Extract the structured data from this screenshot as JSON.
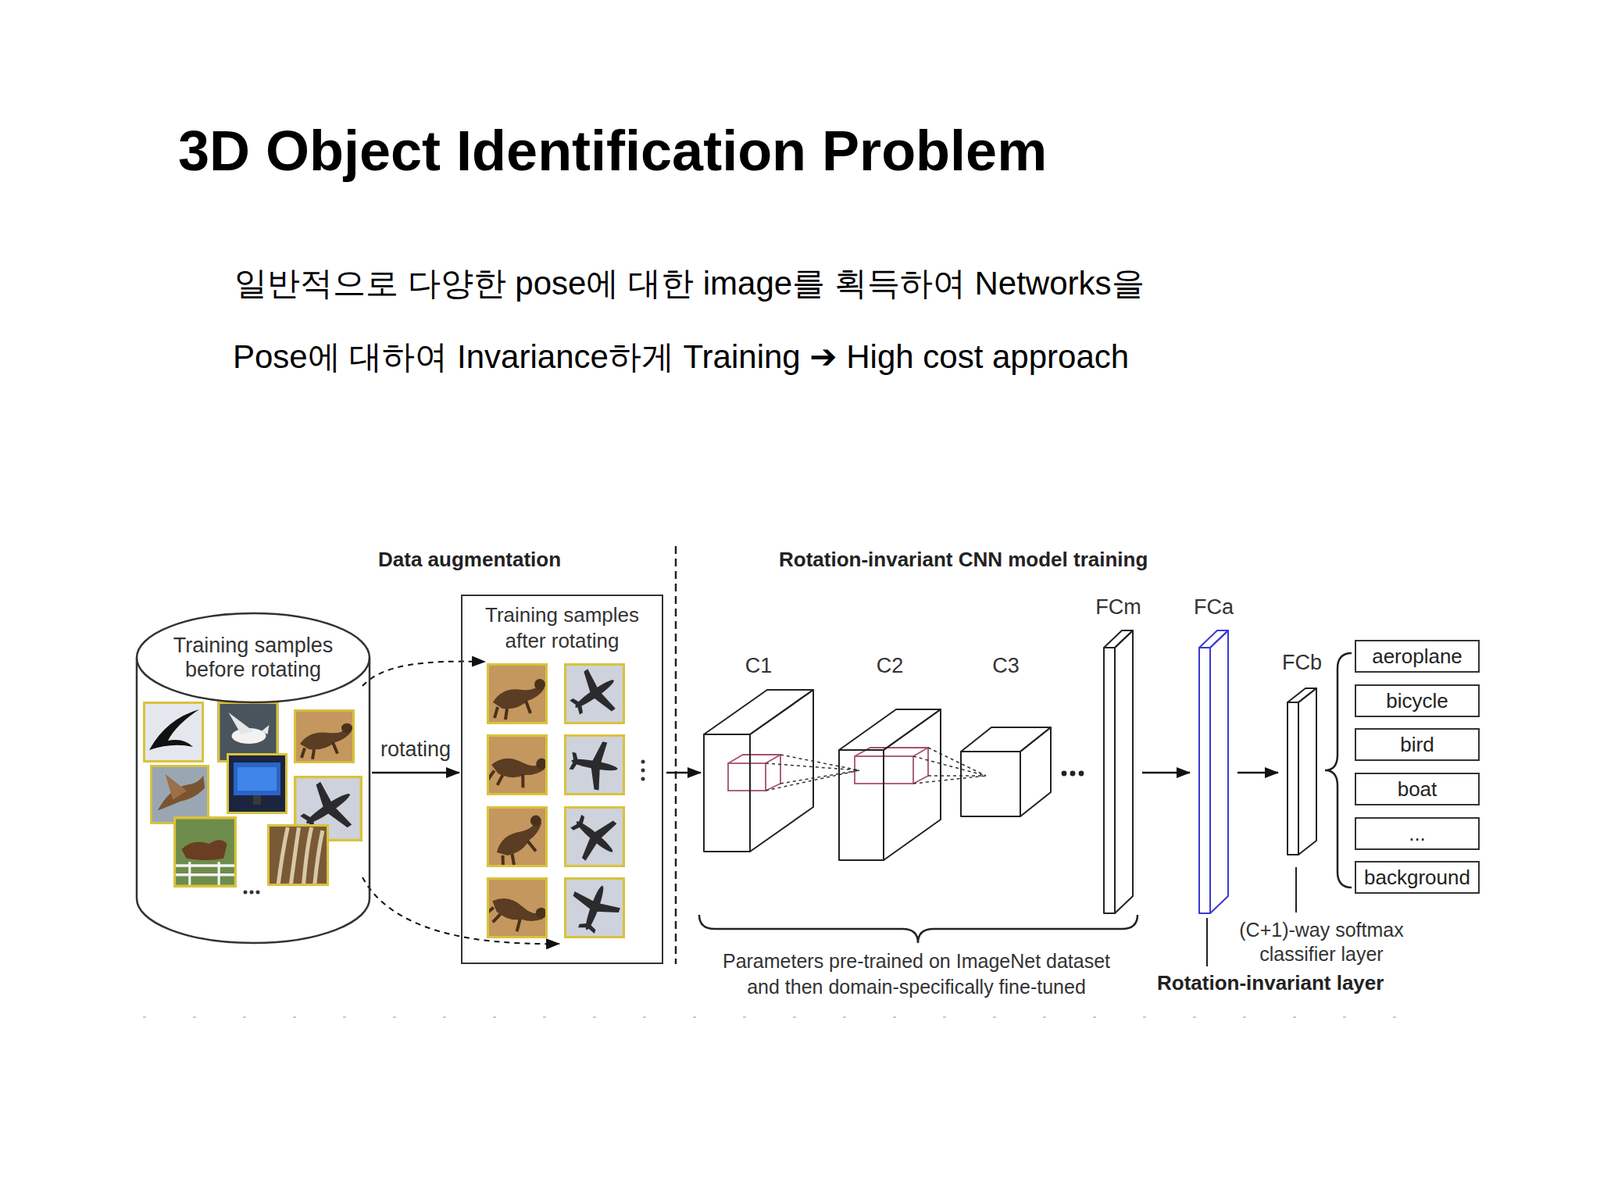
{
  "diagram": {
    "title": "3D Object Identification Problem",
    "nodes": [
      {
        "text": [
          "Training samples before rotating"
        ]
      },
      {
        "text": [
          "Training samples after rotating"
        ]
      },
      {
        "text": [
          "C1"
        ]
      },
      {
        "text": [
          "C2"
        ]
      },
      {
        "text": [
          "C3"
        ]
      },
      {
        "text": [
          "FCm"
        ]
      },
      {
        "text": [
          "FCa"
        ]
      },
      {
        "text": [
          "FCb"
        ]
      },
      {
        "text": [
          "aeroplane"
        ]
      },
      {
        "text": [
          "bicycle"
        ]
      },
      {
        "text": [
          "bird"
        ]
      },
      {
        "text": [
          "boat"
        ]
      },
      {
        "text": [
          "..."
        ]
      },
      {
        "text": [
          "background"
        ]
      }
    ],
    "edges": [
      {
        "from": 0,
        "to": 1,
        "label": "rotating",
        "arrow": "to"
      },
      {
        "from": 0,
        "to": 1,
        "arrow": "to"
      },
      {
        "from": 0,
        "to": 1,
        "arrow": "to"
      },
      {
        "from": 1,
        "to": 2,
        "arrow": "to"
      },
      {
        "from": 5,
        "to": 6,
        "arrow": "to"
      },
      {
        "from": 6,
        "to": 7,
        "arrow": "to"
      }
    ],
    "labels": [
      "일반적으로 다양한 pose에 대한 image를 획득하여 Networks을",
      "Pose에 대하여 Invariance하게 Training ➔ High cost approach",
      "Data augmentation",
      "Rotation-invariant CNN model training",
      "Parameters pre-trained on ImageNet dataset and then domain-specifically fine-tuned",
      "(C+1)-way softmax classifier layer",
      "Rotation-invariant layer"
    ]
  }
}
